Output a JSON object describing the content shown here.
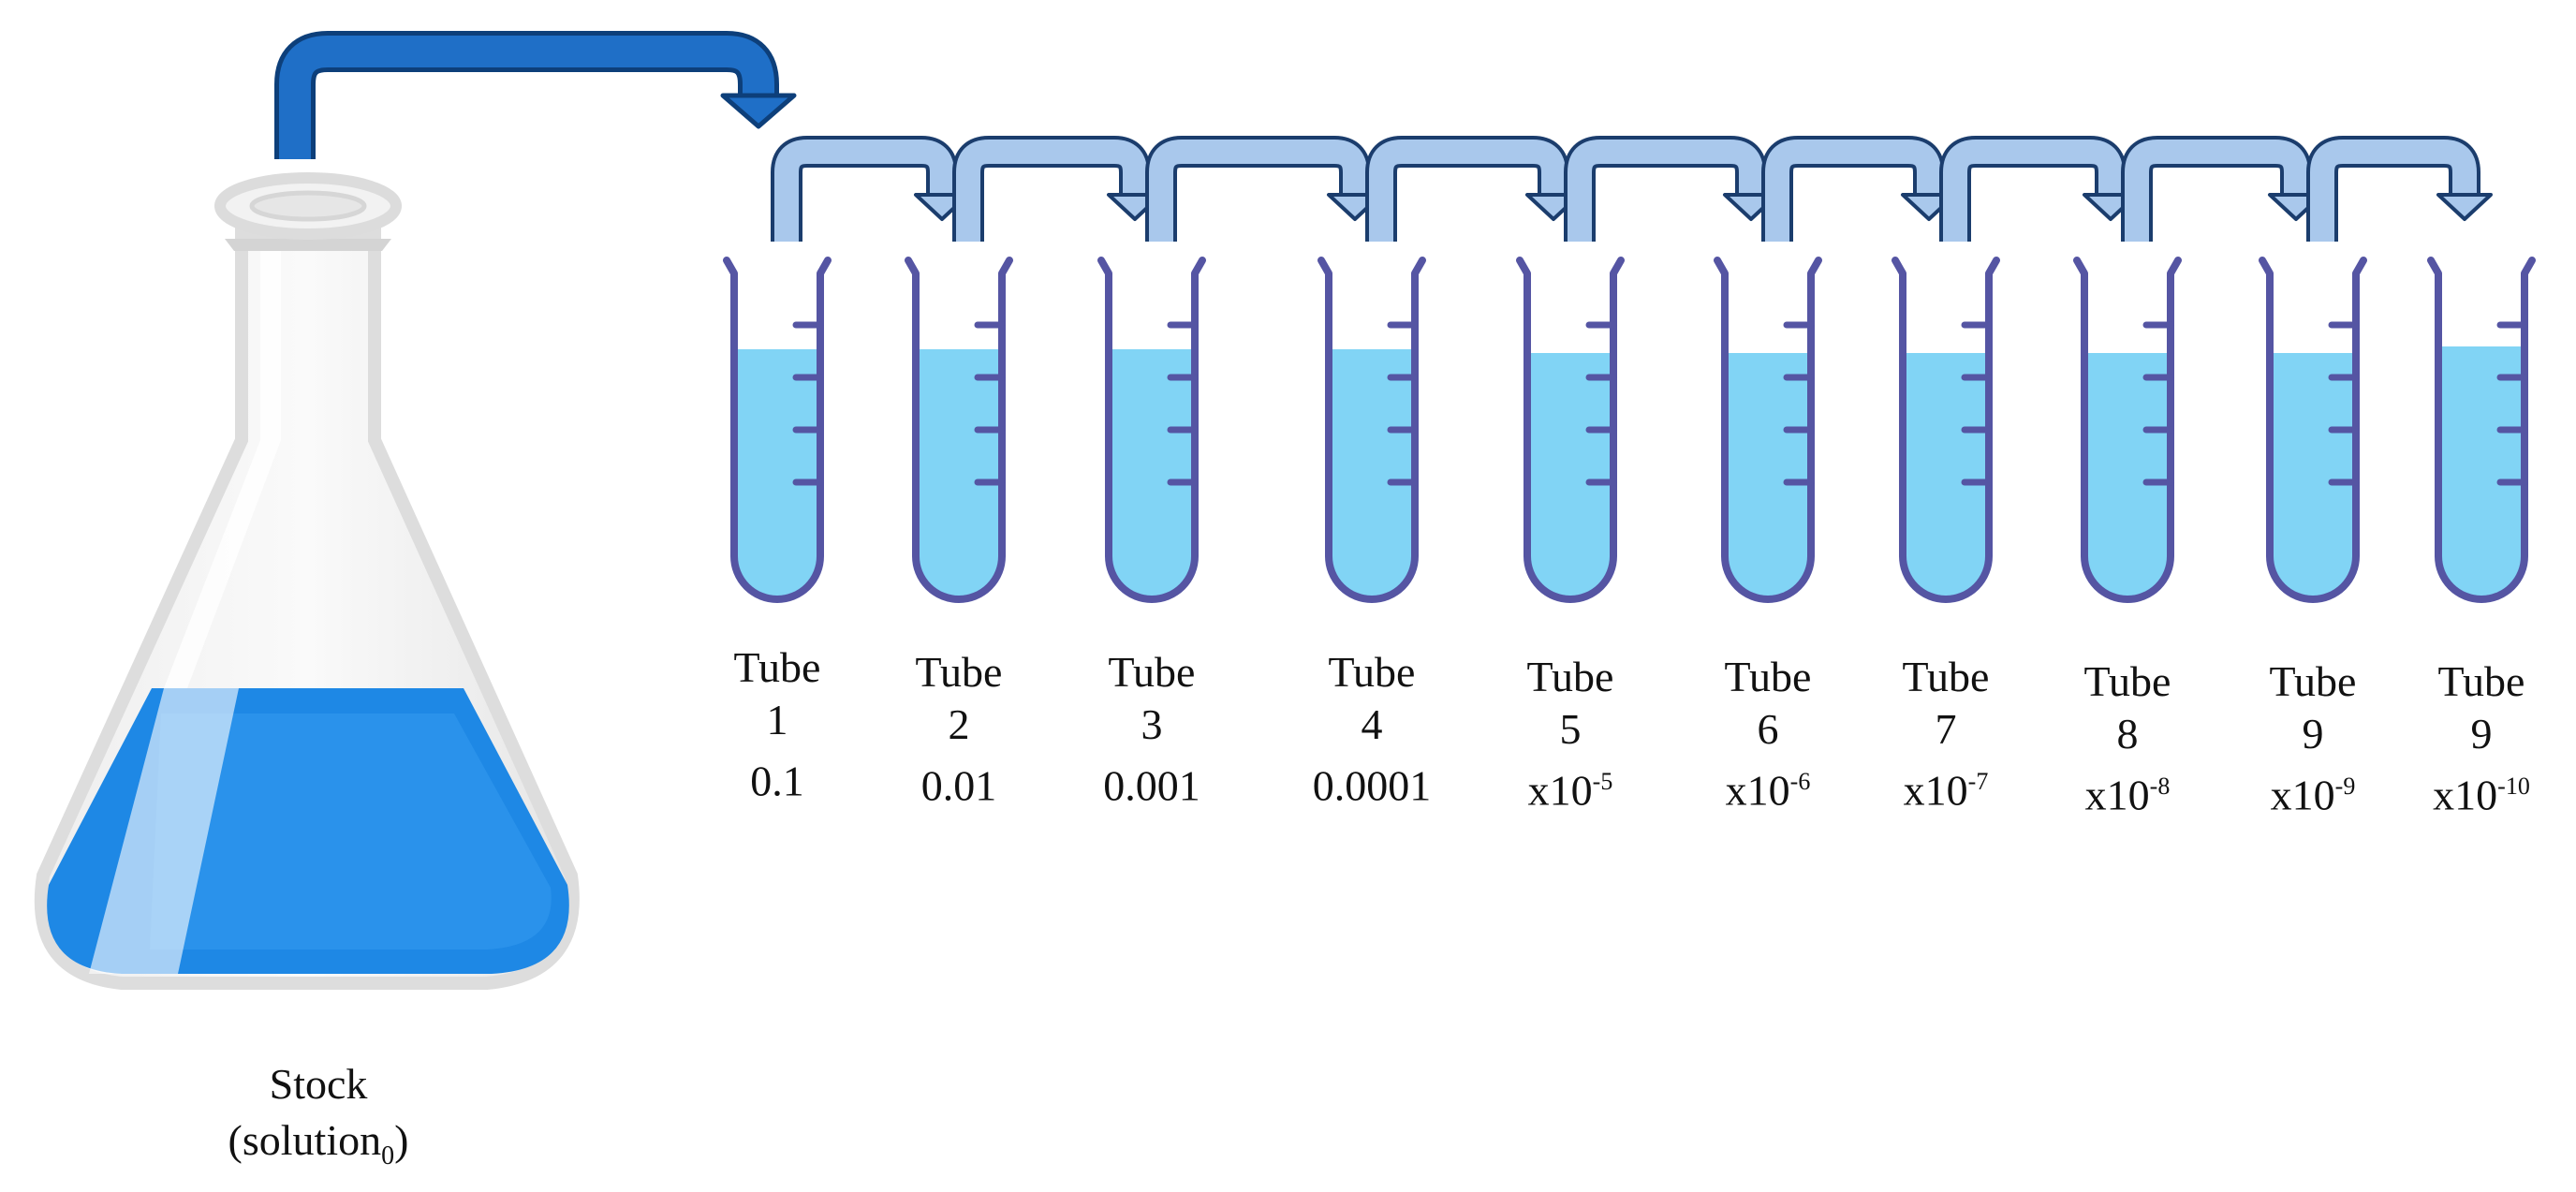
{
  "colors": {
    "flask_liquid": "#1e88e5",
    "flask_liquid_light": "#42a5f5",
    "tube_liquid": "#81d4f5",
    "tube_outline": "#5555a3",
    "arrow_stock": "#1f6fc7",
    "arrow_stock_stroke": "#0d3f7a",
    "arrow_transfer": "#a9c8ec",
    "arrow_transfer_stroke": "#1b3d6d"
  },
  "stock": {
    "line1": "Stock",
    "line2_prefix": "(solution",
    "line2_sub": "0",
    "line2_suffix": ")"
  },
  "tubes": [
    {
      "word": "Tube",
      "number": "1",
      "conc": "0.1",
      "exp": ""
    },
    {
      "word": "Tube",
      "number": "2",
      "conc": "0.01",
      "exp": ""
    },
    {
      "word": "Tube",
      "number": "3",
      "conc": "0.001",
      "exp": ""
    },
    {
      "word": "Tube",
      "number": "4",
      "conc": "0.0001",
      "exp": ""
    },
    {
      "word": "Tube",
      "number": "5",
      "conc": "x10",
      "exp": "-5"
    },
    {
      "word": "Tube",
      "number": "6",
      "conc": "x10",
      "exp": "-6"
    },
    {
      "word": "Tube",
      "number": "7",
      "conc": "x10",
      "exp": "-7"
    },
    {
      "word": "Tube",
      "number": "8",
      "conc": "x10",
      "exp": "-8"
    },
    {
      "word": "Tube",
      "number": "9",
      "conc": "x10",
      "exp": "-9"
    },
    {
      "word": "Tube",
      "number": "9",
      "conc": "x10",
      "exp": "-10"
    }
  ]
}
